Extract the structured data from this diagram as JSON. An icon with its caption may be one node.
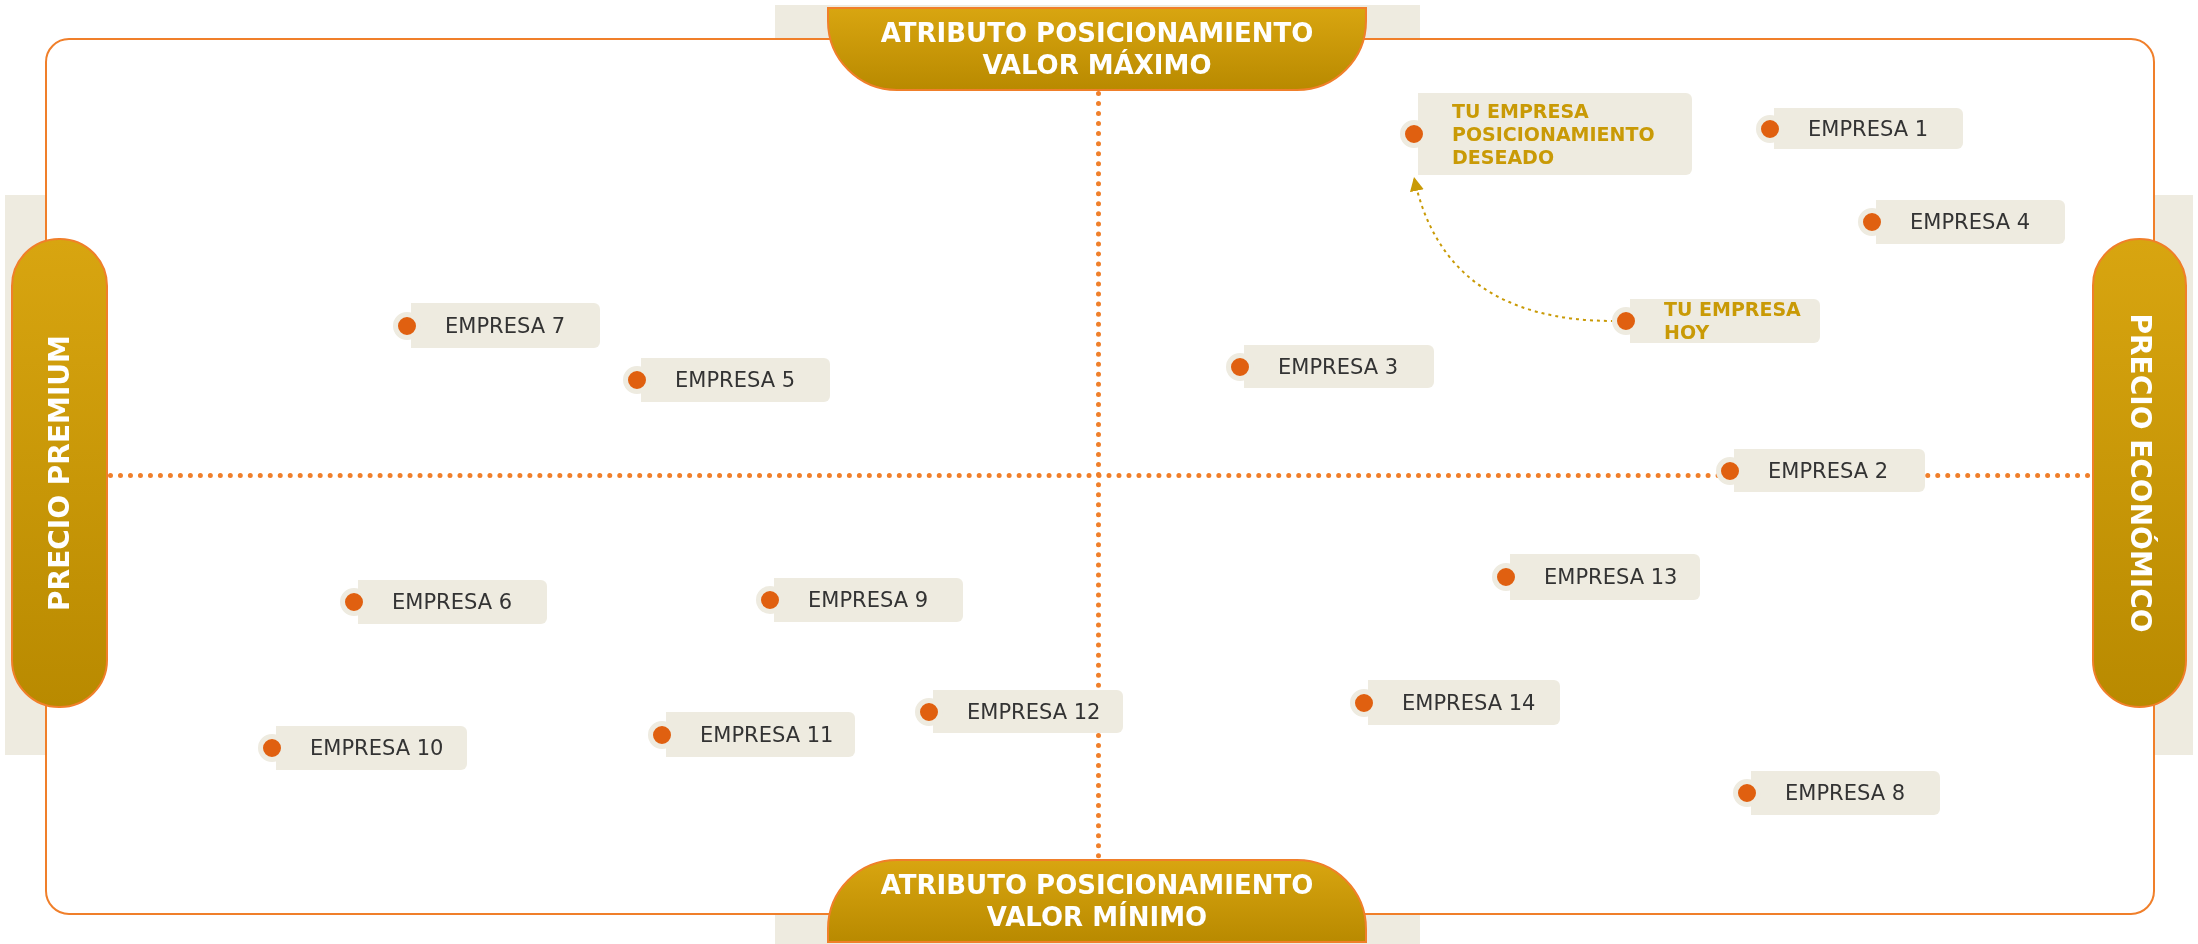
{
  "diagram": {
    "nodes": [
      {
        "text": [
          "ATRIBUTO POSICIONAMIENTO VALOR MÁXIMO"
        ]
      },
      {
        "text": [
          "TU EMPRESA POSICIONAMIENTO DESEADO"
        ]
      },
      {
        "text": [
          "EMPRESA 1"
        ]
      },
      {
        "text": [
          "EMPRESA 4"
        ]
      },
      {
        "text": [
          "PRECIO PREMIUM"
        ]
      },
      {
        "text": [
          "PRECIO ECONÓMICO"
        ]
      },
      {
        "text": [
          "EMPRESA 7"
        ]
      },
      {
        "text": [
          "TU EMPRESA HOY"
        ]
      },
      {
        "text": [
          "EMPRESA 3"
        ]
      },
      {
        "text": [
          "EMPRESA 5"
        ]
      },
      {
        "text": [
          "EMPRESA 2"
        ]
      },
      {
        "text": [
          "EMPRESA 13"
        ]
      },
      {
        "text": [
          "EMPRESA 6"
        ]
      },
      {
        "text": [
          "EMPRESA 9"
        ]
      },
      {
        "text": [
          "EMPRESA 14"
        ]
      },
      {
        "text": [
          "EMPRESA 12"
        ]
      },
      {
        "text": [
          "EMPRESA 11"
        ]
      },
      {
        "text": [
          "EMPRESA 10"
        ]
      },
      {
        "text": [
          "EMPRESA 8"
        ]
      },
      {
        "text": [
          "ATRIBUTO POSICIONAMIENTO VALOR MÍNIMO"
        ]
      }
    ],
    "edges": [
      {
        "from": 7,
        "to": 1,
        "arrow": "to",
        "style": "dashed",
        "color": "#c99a06"
      }
    ]
  }
}
